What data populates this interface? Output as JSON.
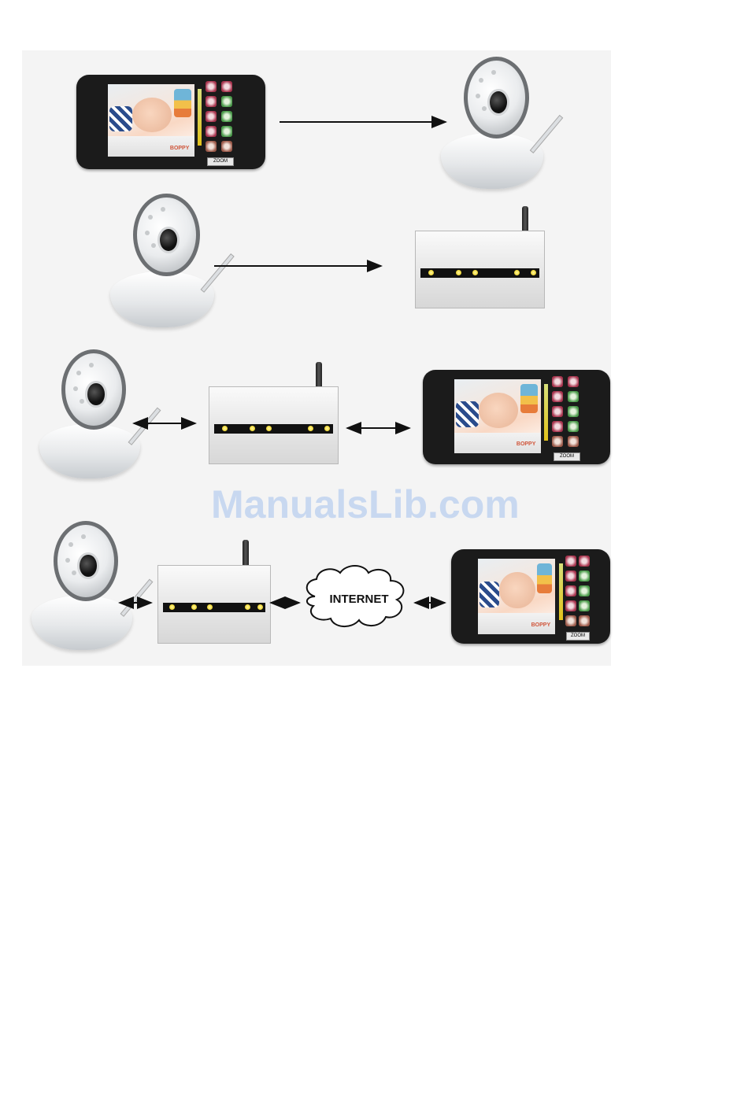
{
  "diagram": {
    "cloud_label": "INTERNET",
    "zoom_label": "ZOOM",
    "brand_text": "BOPPY",
    "watermark": "ManualsLib.com"
  },
  "icons": [
    "baby-monitor-tablet-icon",
    "wireless-camera-icon",
    "wireless-router-icon",
    "internet-cloud-icon",
    "arrow-icon"
  ]
}
